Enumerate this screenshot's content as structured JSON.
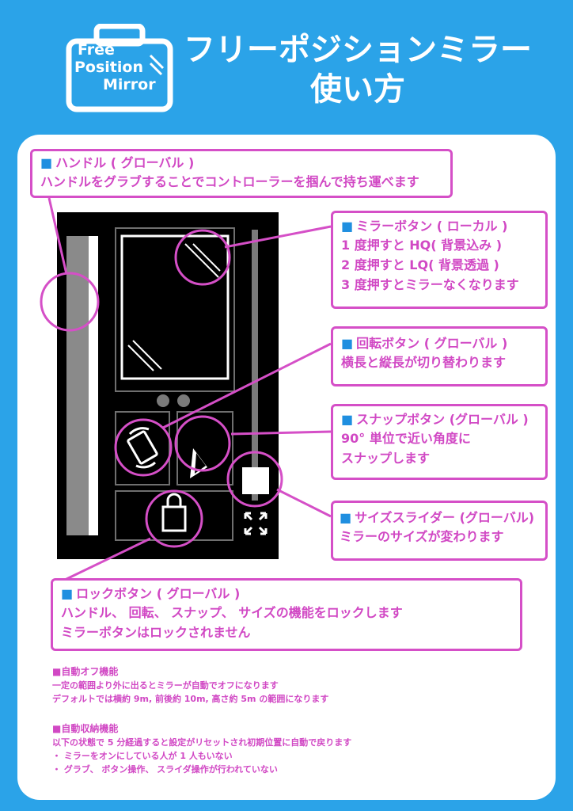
{
  "logo": {
    "line1": "Free",
    "line2": "Position",
    "line3": "Mirror"
  },
  "title": {
    "line1": "フリーポジションミラー",
    "line2": "使い方"
  },
  "colors": {
    "background": "#2ba3e8",
    "accent": "#d54fc7",
    "heading_square": "#1f8fe0"
  },
  "callouts": {
    "handle": {
      "head": "ハンドル ( グローバル )",
      "lines": [
        "ハンドルをグラブすることでコントローラーを掴んで持ち運べます"
      ]
    },
    "mirror": {
      "head": "ミラーボタン ( ローカル )",
      "lines": [
        "1 度押すと HQ( 背景込み )",
        "2 度押すと LQ( 背景透過 )",
        "3 度押すとミラーなくなります"
      ]
    },
    "rotate": {
      "head": "回転ボタン ( グローバル )",
      "lines": [
        "横長と縦長が切り替わります"
      ]
    },
    "snap": {
      "head": "スナップボタン (グローバル )",
      "lines": [
        "90° 単位で近い角度に",
        "スナップします"
      ]
    },
    "size": {
      "head": "サイズスライダー (グローバル)",
      "lines": [
        "ミラーのサイズが変わります"
      ]
    },
    "lock": {
      "head": "ロックボタン ( グローバル )",
      "lines": [
        "ハンドル、 回転、 スナップ、 サイズの機能をロックします",
        "ミラーボタンはロックされません"
      ]
    }
  },
  "heading_marker": "■",
  "notes": {
    "auto_off": {
      "head": "自動オフ機能",
      "lines": [
        "一定の範囲より外に出るとミラーが自動でオフになります",
        "デフォルトでは横約 9m, 前後約 10m, 高さ約 5m の範囲になります"
      ]
    },
    "auto_store": {
      "head": "自動収納機能",
      "lines": [
        "以下の状態で 5 分経過すると設定がリセットされ初期位置に自動で戻ります",
        "・ ミラーをオンにしている人が 1 人もいない",
        "・ グラブ、 ボタン操作、 スライダ操作が行われていない"
      ]
    }
  },
  "icons": {
    "logo": "suitcase-icon",
    "mirror": "mirror-icon",
    "rotate": "rotate-icon",
    "snap": "snap-arrow-icon",
    "lock": "lock-icon",
    "size": "expand-icon"
  }
}
